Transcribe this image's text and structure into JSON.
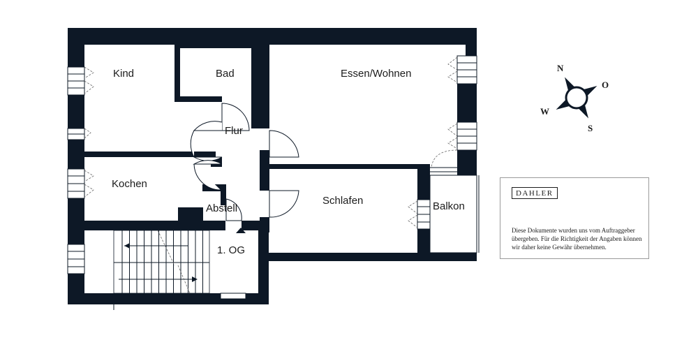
{
  "rooms": {
    "kind": "Kind",
    "bad": "Bad",
    "essen_wohnen": "Essen/Wohnen",
    "flur": "Flur",
    "kochen": "Kochen",
    "abstell": "Abstell",
    "schlafen": "Schlafen",
    "balkon": "Balkon",
    "floor": "1. OG"
  },
  "compass": {
    "n": "N",
    "o": "O",
    "s": "S",
    "w": "W"
  },
  "brand": "DAHLER",
  "disclaimer": "Diese Dokumente wurden uns vom Auftraggeber übergeben. Für die Richtigkeit der Angaben können wir daher keine Gewähr übernehmen.",
  "colors": {
    "wall": "#0d1826",
    "text": "#1b1b1b"
  }
}
